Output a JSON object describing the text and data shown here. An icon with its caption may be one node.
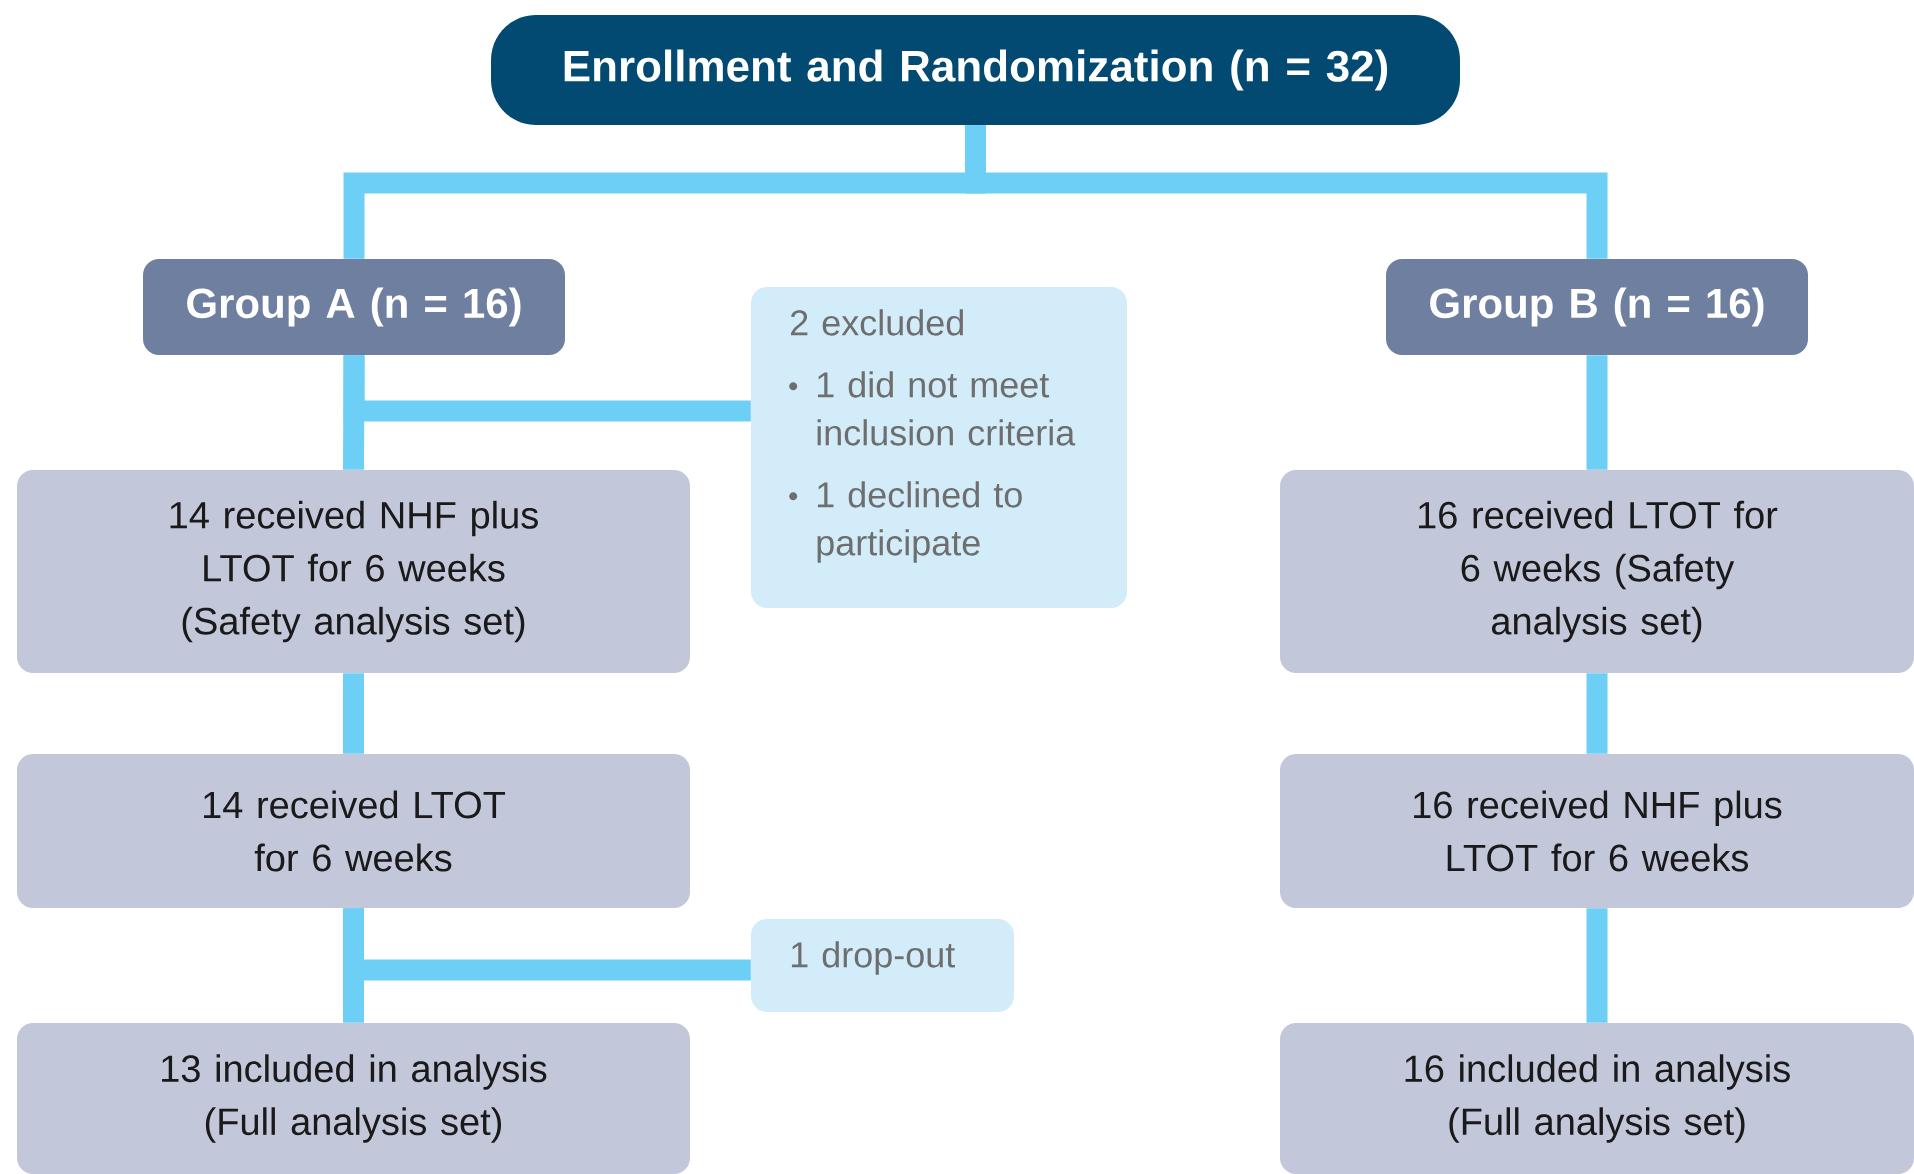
{
  "diagram": {
    "nodes": [
      {
        "text": [
          "Enrollment and Randomization (n = 32)"
        ]
      },
      {
        "text": [
          "Group A (n = 16)"
        ]
      },
      {
        "text": [
          "2 excluded",
          "1 did not meet inclusion criteria",
          "1 declined to participate"
        ]
      },
      {
        "text": [
          "Group B (n = 16)"
        ]
      },
      {
        "text": [
          "14 received NHF plus LTOT for 6 weeks (Safety analysis set)"
        ]
      },
      {
        "text": [
          "16 received LTOT for 6 weeks (Safety analysis set)"
        ]
      },
      {
        "text": [
          "14 received LTOT for 6 weeks"
        ]
      },
      {
        "text": [
          "16 received NHF plus LTOT for 6 weeks"
        ]
      },
      {
        "text": [
          "1 drop-out"
        ]
      },
      {
        "text": [
          "13 included in analysis (Full analysis set)"
        ]
      },
      {
        "text": [
          "16 included in analysis (Full analysis set)"
        ]
      }
    ],
    "edges": [
      {
        "from": 0,
        "to": 1,
        "arrow": "none"
      },
      {
        "from": 0,
        "to": 3,
        "arrow": "none"
      },
      {
        "from": 1,
        "to": 2,
        "arrow": "none"
      },
      {
        "from": 1,
        "to": 4,
        "arrow": "none"
      },
      {
        "from": 3,
        "to": 5,
        "arrow": "none"
      },
      {
        "from": 4,
        "to": 6,
        "arrow": "none"
      },
      {
        "from": 5,
        "to": 7,
        "arrow": "none"
      },
      {
        "from": 6,
        "to": 8,
        "arrow": "none"
      },
      {
        "from": 6,
        "to": 9,
        "arrow": "none"
      },
      {
        "from": 7,
        "to": 10,
        "arrow": "none"
      }
    ]
  }
}
